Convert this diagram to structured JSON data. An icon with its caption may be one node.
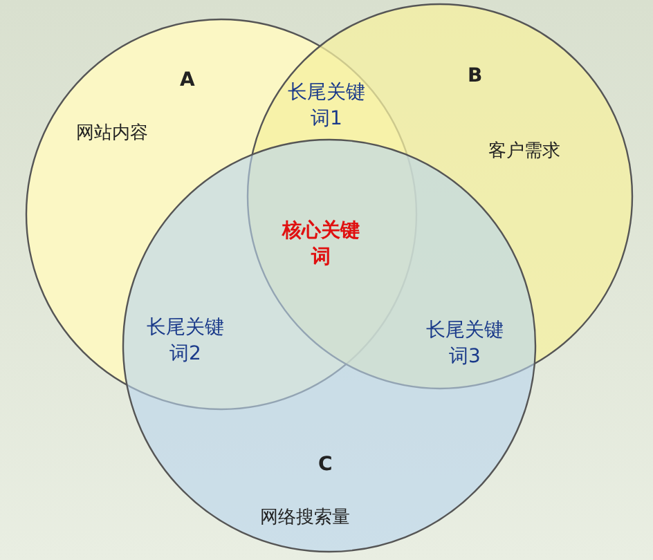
{
  "diagram": {
    "nodes": [
      {
        "text": [
          "A",
          "网站内容"
        ]
      },
      {
        "text": [
          "B",
          "客户需求"
        ]
      },
      {
        "text": [
          "C",
          "网络搜索量"
        ]
      }
    ],
    "labels": [
      "长尾关键词1",
      "核心关键词",
      "长尾关键词2",
      "长尾关键词3"
    ]
  }
}
